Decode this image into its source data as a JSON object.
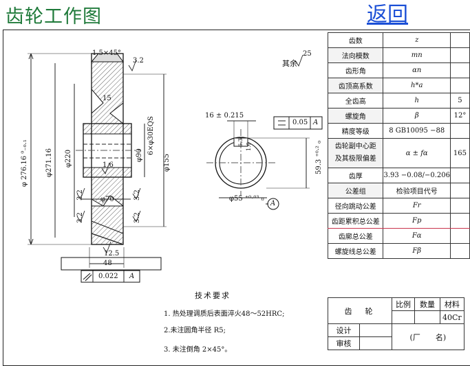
{
  "header": {
    "title": "齿轮工作图",
    "back_link": "返回"
  },
  "drawing": {
    "chamfer_top": "1.5×45°",
    "rough_top": "3.2",
    "others_label": "其余",
    "rough_others": "25",
    "dim_15": "15",
    "dim_276": "φ 276.16 ⁰₋₀.₁",
    "dim_271": "φ271.16",
    "dim_220": "φ220",
    "dim_90": "φ90",
    "dim_holes": "6×φ30EQS",
    "dim_155": "φ155",
    "rough_web": "1.6",
    "dim_70": "φ70",
    "rough_left": "3.2",
    "rough_right": "3.2",
    "rough_b1": "3.2",
    "rough_b2": "3.2",
    "rough_bottom": "12.5",
    "dim_48": "48",
    "fcf_value": "0.022",
    "fcf_datum": "A",
    "keyway_width": "16 ± 0.215",
    "para_value": "0.05",
    "para_datum": "A",
    "dim_593": "59.3 ⁺⁰·² ₀",
    "dim_55": "φ55 ⁺⁰·⁰³ ₀",
    "datum_a": "A",
    "rough_key1": "6.3",
    "rough_key2": "1.6"
  },
  "tech_requirements": {
    "title": "技术要求",
    "items": [
      "1. 热处理调质后表面淬火48～52HRC;",
      "2.未注圆角半径 R5;",
      "3. 未注倒角 2×45°。"
    ]
  },
  "gear_params": [
    {
      "name": "齿数",
      "symbol": "z",
      "value": ""
    },
    {
      "name": "法向模数",
      "symbol": "mn",
      "value": ""
    },
    {
      "name": "齿形角",
      "symbol": "αn",
      "value": ""
    },
    {
      "name": "齿顶高系数",
      "symbol": "h*a",
      "value": ""
    },
    {
      "name": "全齿高",
      "symbol": "h",
      "value": "5"
    },
    {
      "name": "螺旋角",
      "symbol": "β",
      "value": "12°"
    },
    {
      "name": "精度等级",
      "symbol": "8 GB10095 −88",
      "value": ""
    },
    {
      "name": "齿轮副中心距\n及其极限偏差",
      "symbol": "α ± fα",
      "value": "165"
    },
    {
      "name": "齿厚",
      "symbol": "3.93 −0.08/−0.206",
      "value": ""
    },
    {
      "name": "公差组",
      "symbol": "检验项目代号",
      "value": ""
    },
    {
      "name": "径向跳动公差",
      "symbol": "Fr",
      "value": ""
    },
    {
      "name": "齿距累积总公差",
      "symbol": "Fp",
      "value": ""
    },
    {
      "name": "齿廓总公差",
      "symbol": "Fα",
      "value": ""
    },
    {
      "name": "螺旋线总公差",
      "symbol": "Fβ",
      "value": ""
    }
  ],
  "title_block": {
    "part_name": "齿　轮",
    "scale_label": "比例",
    "qty_label": "数量",
    "material_label": "材料",
    "material_value": "40Cr",
    "design_label": "设计",
    "review_label": "审核",
    "company": "(厂　　名)"
  }
}
